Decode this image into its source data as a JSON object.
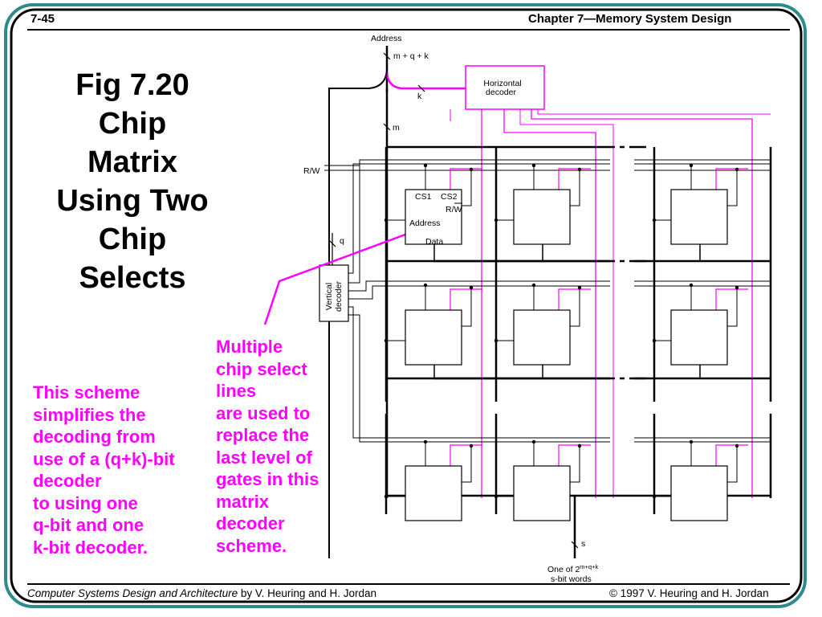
{
  "header": {
    "slide_number": "7-45",
    "chapter_title": "Chapter 7—Memory System Design"
  },
  "title_lines": [
    "Fig 7.20",
    "Chip",
    "Matrix",
    "Using Two",
    "Chip",
    "Selects"
  ],
  "left_note_lines": [
    "This scheme",
    "simplifies the",
    "decoding from",
    "use of a (q+k)-bit",
    "decoder",
    "to using one",
    "q-bit and one",
    "k-bit decoder."
  ],
  "callout_lines": [
    "Multiple",
    "chip select",
    "lines",
    "are used to",
    "replace the",
    "last level of",
    "gates in this",
    "matrix",
    "decoder",
    "scheme."
  ],
  "diagram": {
    "address_label": "Address",
    "bus_width_label": "m + q + k",
    "horizontal_decoder_lines": [
      "Horizontal",
      "decoder"
    ],
    "k_label": "k",
    "m_label": "m",
    "rw_label": "R/W",
    "q_label": "q",
    "vertical_decoder_lines": [
      "Vertical",
      "decoder"
    ],
    "chip_cs1": "CS1",
    "chip_cs2": "CS2",
    "chip_rw": "R/W",
    "chip_address": "Address",
    "chip_data": "Data",
    "s_label": "s",
    "output_line1_prefix": "One of 2",
    "output_line1_sup": "m+q+k",
    "output_line2": "s-bit words"
  },
  "footer": {
    "book_title": "Computer Systems Design and Architecture",
    "book_authors": " by V. Heuring and H. Jordan",
    "copyright": "© 1997 V. Heuring and H. Jordan"
  },
  "colors": {
    "frame": "#2e8b8b",
    "accent": "#ff00ff",
    "line": "#000000"
  }
}
